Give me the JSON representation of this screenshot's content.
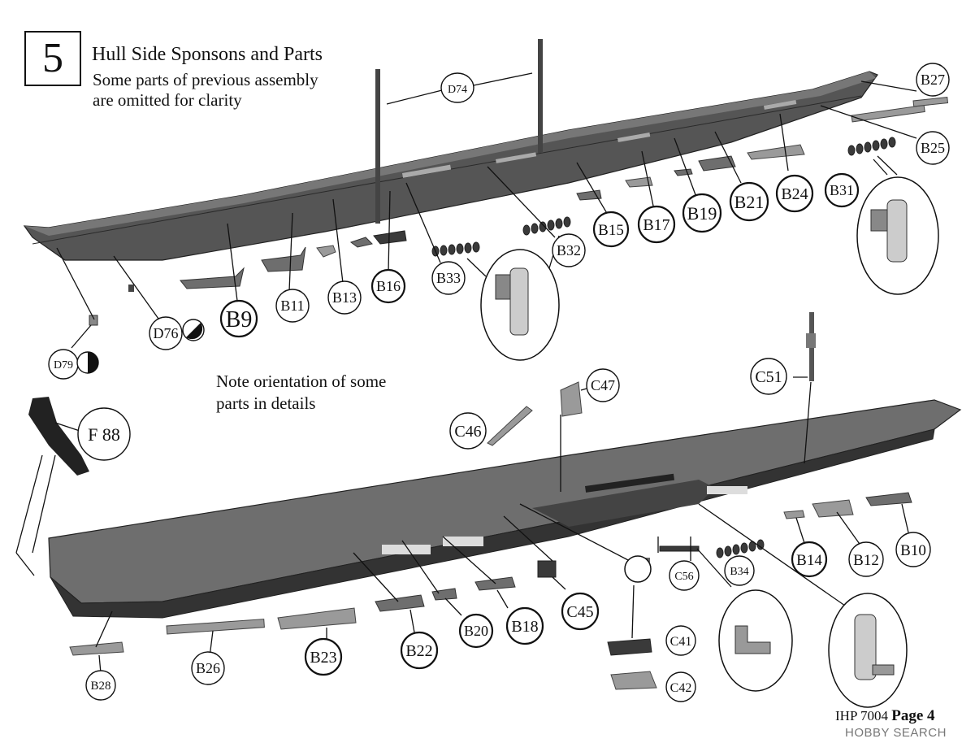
{
  "header": {
    "step_number": "5",
    "title": "Hull Side Sponsons and Parts",
    "subtitle_line1": "Some parts of previous assembly",
    "subtitle_line2": "are omitted for clarity"
  },
  "note": {
    "line1": "Note orientation of some",
    "line2": "parts in details"
  },
  "footer": {
    "doc_code": "IHP 7004",
    "page_label": "Page 4"
  },
  "watermark": "HOBBY SEARCH",
  "colors": {
    "hull": "#4a4a4a",
    "deck": "#6a6a6a",
    "part": "#6e6e6e",
    "line": "#111111"
  },
  "callouts_top": [
    "D74",
    "B27",
    "B25",
    "B31",
    "B24",
    "B21",
    "B19",
    "B17",
    "B15",
    "B32",
    "B33",
    "B16",
    "B13",
    "B11",
    "B9",
    "D76",
    "D79"
  ],
  "callouts_bottom": [
    "F 88",
    "C47",
    "C46",
    "C51",
    "B14",
    "B12",
    "B10",
    "B34",
    "C56",
    "C45",
    "B18",
    "B20",
    "B22",
    "B23",
    "B26",
    "B28",
    "C41",
    "C42"
  ]
}
